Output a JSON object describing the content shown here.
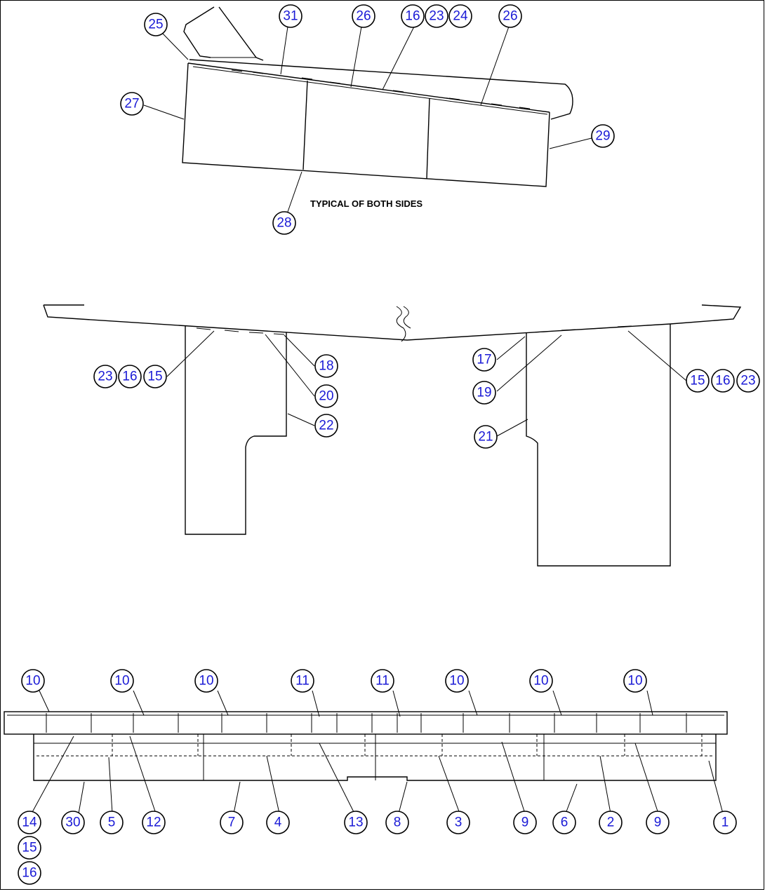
{
  "diagram": {
    "note": "TYPICAL OF BOTH SIDES",
    "callouts": {
      "top": [
        "25",
        "31",
        "26",
        "16",
        "23",
        "24",
        "26",
        "27",
        "29",
        "28"
      ],
      "middle": [
        "23",
        "16",
        "15",
        "18",
        "20",
        "22",
        "17",
        "19",
        "21",
        "15",
        "16",
        "23"
      ],
      "bottom_top": [
        "10",
        "10",
        "10",
        "11",
        "11",
        "10",
        "10",
        "10"
      ],
      "bottom_lower": [
        "14",
        "15",
        "16",
        "30",
        "5",
        "12",
        "7",
        "4",
        "13",
        "8",
        "3",
        "9",
        "6",
        "2",
        "9",
        "1"
      ]
    },
    "colors": {
      "callout_text": "#1a1ad6",
      "line": "#000000",
      "background": "#ffffff"
    }
  }
}
